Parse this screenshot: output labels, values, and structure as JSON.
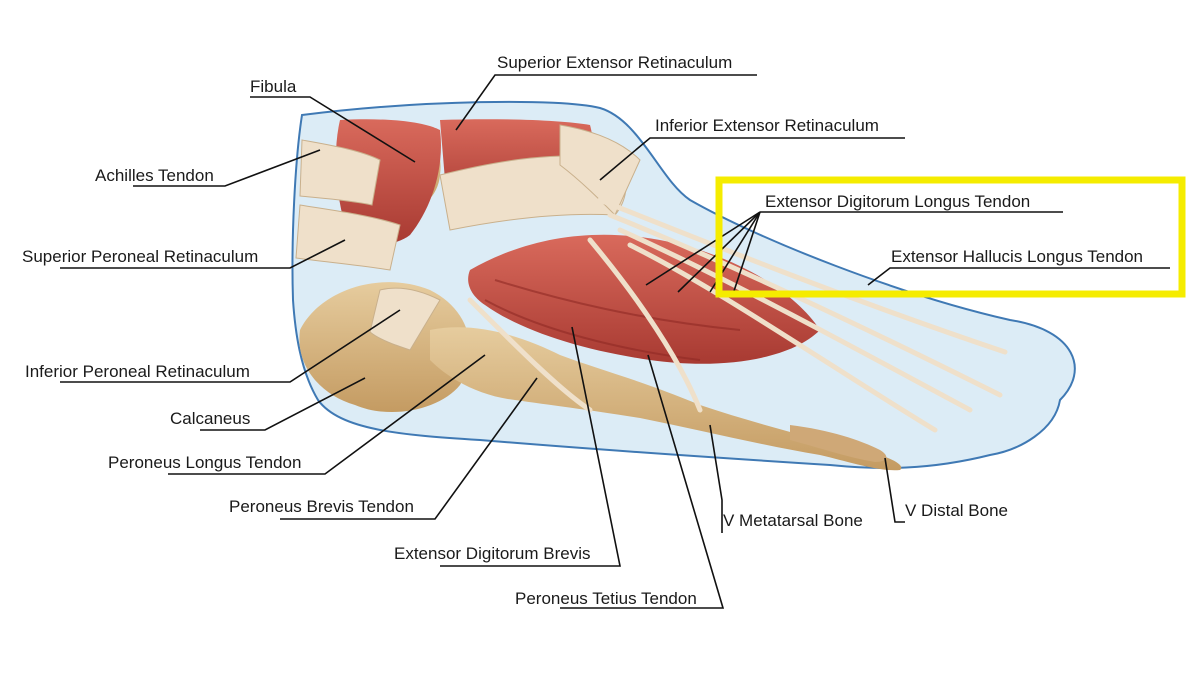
{
  "diagram": {
    "labels": {
      "superior_extensor_retinaculum": "Superior Extensor Retinaculum",
      "fibula": "Fibula",
      "inferior_extensor_retinaculum": "Inferior Extensor Retinaculum",
      "achilles_tendon": "Achilles Tendon",
      "extensor_digitorum_longus_tendon": "Extensor Digitorum Longus Tendon",
      "superior_peroneal_retinaculum": "Superior Peroneal Retinaculum",
      "extensor_hallucis_longus_tendon": "Extensor Hallucis Longus Tendon",
      "inferior_peroneal_retinaculum": "Inferior Peroneal Retinaculum",
      "calcaneus": "Calcaneus",
      "peroneus_longus_tendon": "Peroneus Longus Tendon",
      "peroneus_brevis_tendon": "Peroneus Brevis Tendon",
      "v_distal_bone": "V Distal Bone",
      "v_metatarsal_bone": "V Metatarsal Bone",
      "extensor_digitorum_brevis": "Extensor Digitorum Brevis",
      "peroneus_tetius_tendon": "Peroneus Tetius Tendon"
    },
    "highlight_color": "#f5ec00",
    "colors": {
      "skin_fill": "#dcecf6",
      "skin_outline": "#3f79b4",
      "muscle": "#c75146",
      "muscle_dark": "#9e2f2a",
      "bone": "#d7b98a",
      "tendon": "#efe0ca",
      "leader_line": "#111111"
    }
  }
}
